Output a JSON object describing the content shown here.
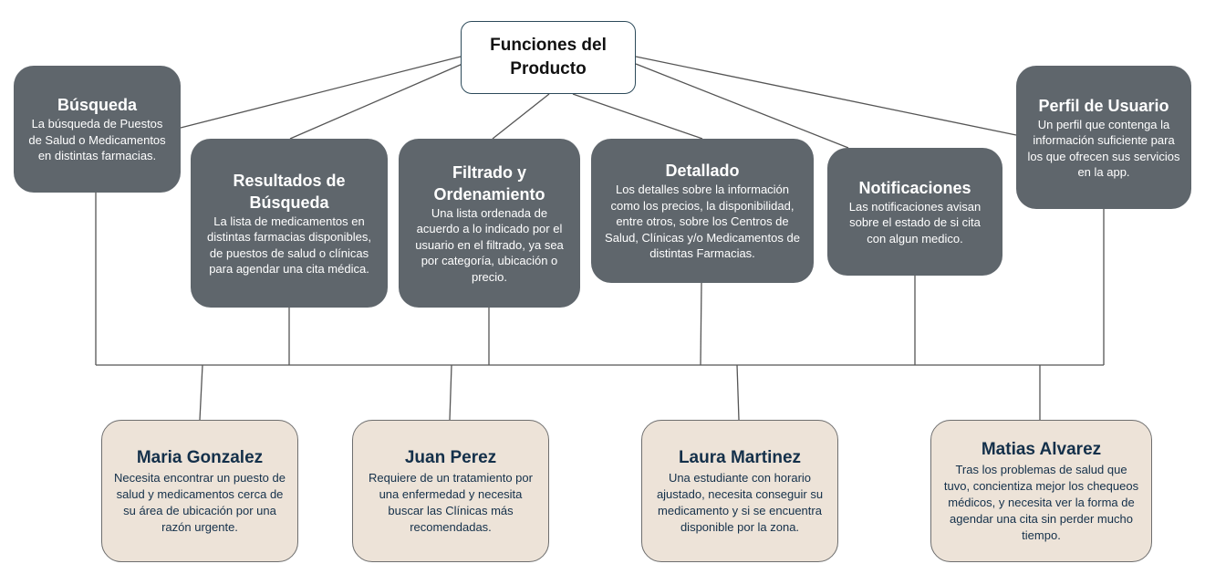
{
  "root": {
    "title": "Funciones del Producto"
  },
  "functions": [
    {
      "title": "Búsqueda",
      "desc": "La búsqueda de Puestos de Salud o Medicamentos en distintas farmacias."
    },
    {
      "title": "Resultados de Búsqueda",
      "desc": "La lista de medicamentos en distintas farmacias disponibles, de puestos de salud o clínicas para agendar una cita médica."
    },
    {
      "title": "Filtrado y Ordenamiento",
      "desc": "Una lista ordenada de acuerdo a lo indicado por el usuario en el filtrado, ya sea por categoría, ubicación o precio."
    },
    {
      "title": "Detallado",
      "desc": "Los detalles sobre la información como los precios, la disponibilidad, entre otros, sobre los Centros de Salud, Clínicas y/o Medicamentos de distintas Farmacias."
    },
    {
      "title": "Notificaciones",
      "desc": "Las notificaciones avisan sobre el estado de si cita con algun medico."
    },
    {
      "title": "Perfil de Usuario",
      "desc": "Un perfil que contenga la información suficiente para los que ofrecen sus servicios en la app."
    }
  ],
  "personas": [
    {
      "name": "Maria Gonzalez",
      "desc": "Necesita encontrar un puesto de salud y medicamentos cerca de su área de ubicación por una razón urgente."
    },
    {
      "name": "Juan Perez",
      "desc": "Requiere de un tratamiento por una enfermedad y necesita buscar las Clínicas más recomendadas."
    },
    {
      "name": "Laura Martinez",
      "desc": "Una estudiante con horario ajustado, necesita conseguir su medicamento y si se encuentra disponible por la zona."
    },
    {
      "name": "Matias Alvarez",
      "desc": "Tras los problemas de salud que tuvo, concientiza mejor los chequeos médicos, y necesita ver la forma de agendar una cita sin perder mucho tiempo."
    }
  ]
}
